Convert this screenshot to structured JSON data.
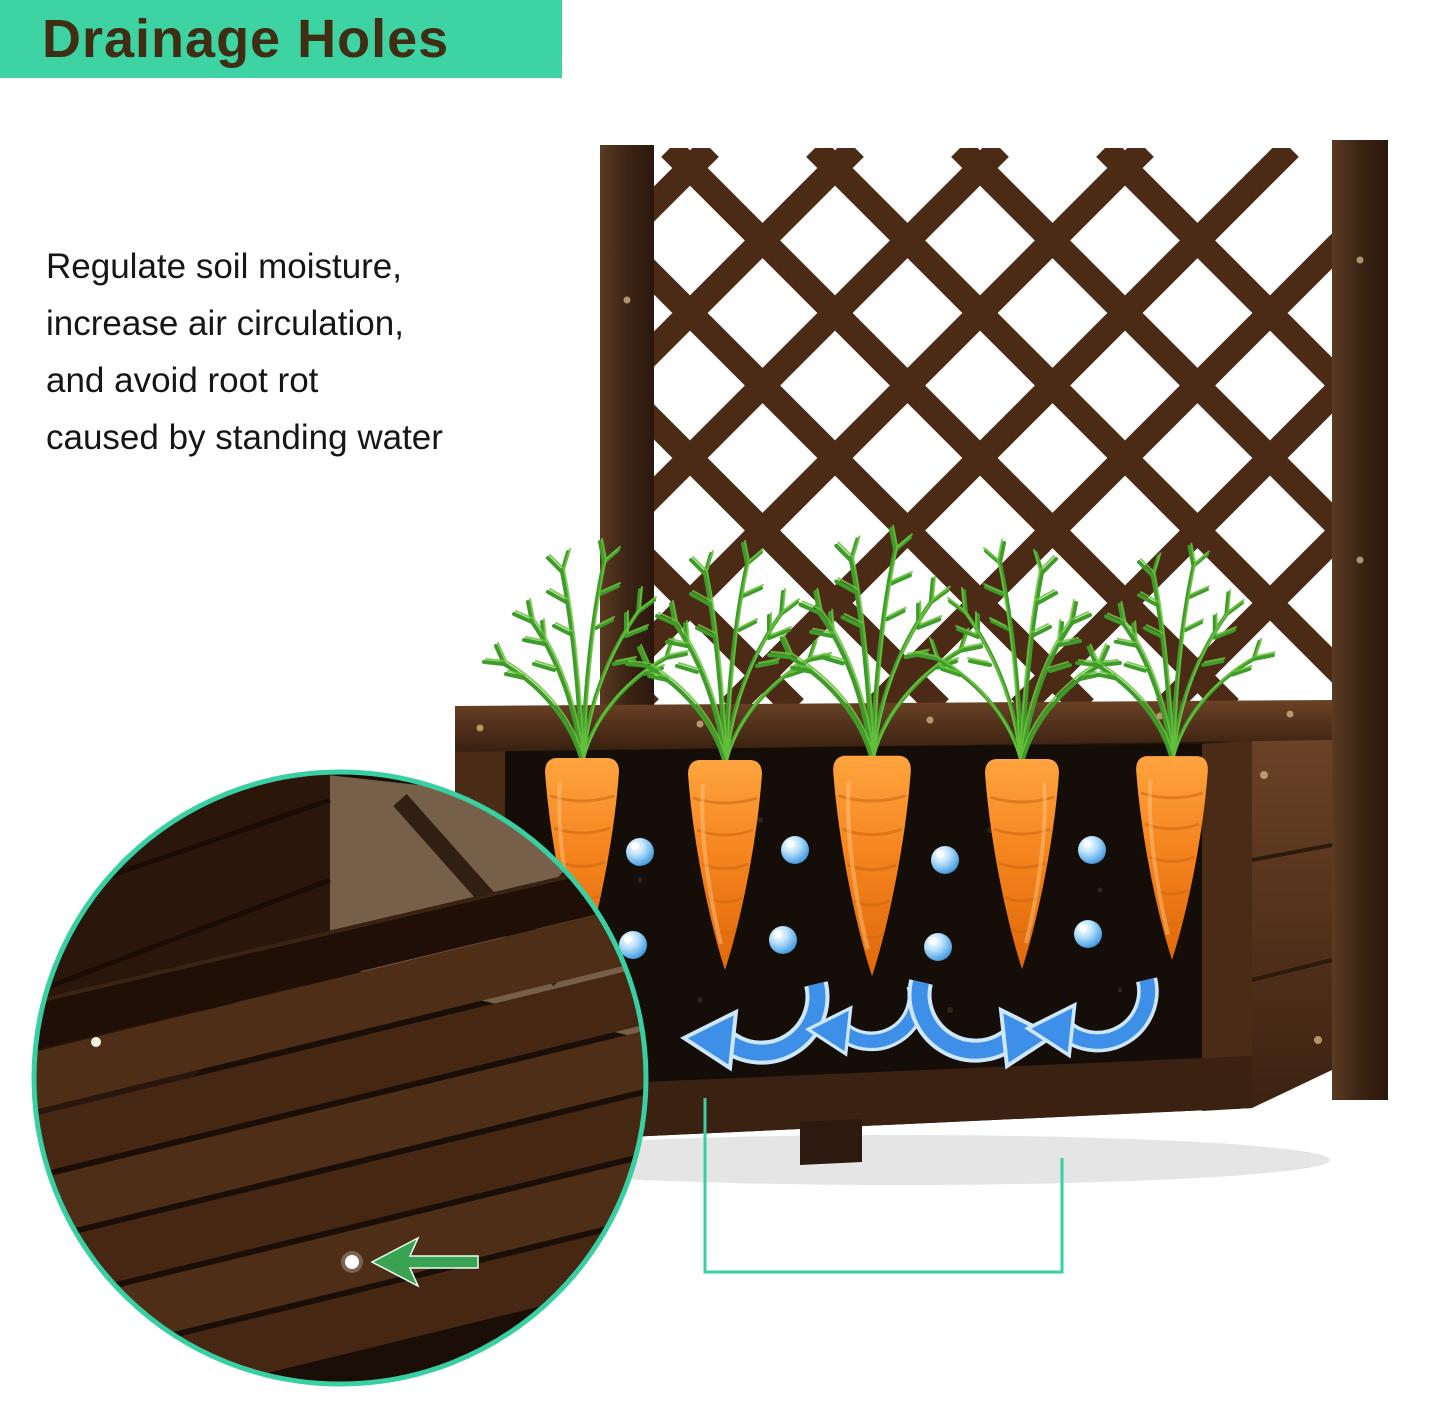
{
  "header": {
    "title": "Drainage Holes",
    "background_color": "#3ed3a3",
    "text_color": "#3f2d14"
  },
  "description": {
    "lines": [
      "Regulate soil moisture,",
      "increase air circulation,",
      "and avoid root rot",
      "caused by standing water"
    ],
    "text_color": "#161616"
  },
  "figure": {
    "type": "annotated-product-photo",
    "subject": "wooden raised garden bed planter box with lattice trellis",
    "annotations": {
      "carrots_count": 5,
      "water_droplets_count": 8,
      "airflow_arrows_count": 4,
      "drainage_hole_marker": "white dot",
      "inset": "circular close-up of planter interior bottom showing a drainage hole",
      "inset_arrow": "green arrow pointing at drainage hole",
      "connector": "thin teal lines linking planter base to close-up"
    },
    "colors": {
      "accent_teal": "#38cfa2",
      "wood_dark": "#2f1a0e",
      "wood_mid": "#5a3620",
      "soil_dark": "#140d08",
      "carrot_orange": "#f5841e",
      "carrot_green": "#44a12c",
      "droplet_blue": "#5aa9e8",
      "arrow_blue": "#3e8fe8",
      "inset_arrow_green": "#3aa352"
    }
  }
}
